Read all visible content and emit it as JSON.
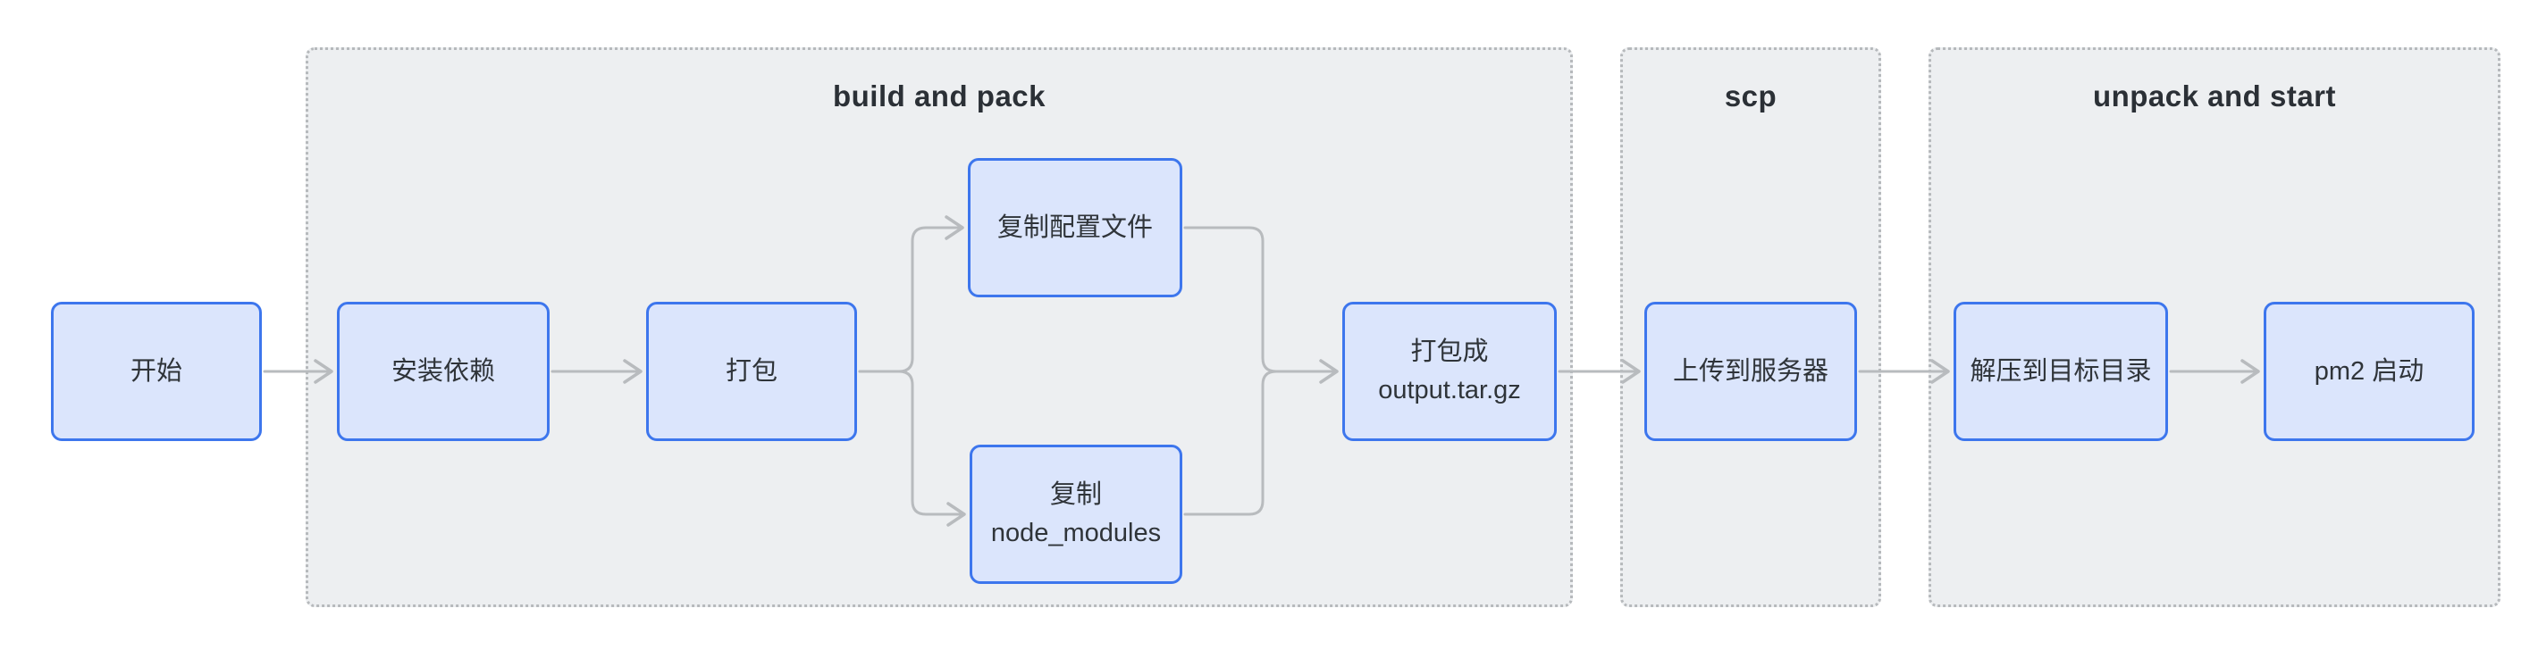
{
  "diagram": {
    "type": "flowchart-left-to-right",
    "subgraphs": [
      {
        "id": "build_and_pack",
        "title": "build and pack"
      },
      {
        "id": "scp",
        "title": "scp"
      },
      {
        "id": "unpack_and_start",
        "title": "unpack and start"
      }
    ],
    "nodes": [
      {
        "id": "start",
        "lines": [
          "开始"
        ],
        "subgraph": null
      },
      {
        "id": "install_deps",
        "lines": [
          "安装依赖"
        ],
        "subgraph": "build_and_pack"
      },
      {
        "id": "pack",
        "lines": [
          "打包"
        ],
        "subgraph": "build_and_pack"
      },
      {
        "id": "copy_config",
        "lines": [
          "复制配置文件"
        ],
        "subgraph": "build_and_pack"
      },
      {
        "id": "copy_node_modules",
        "lines": [
          "复制",
          "node_modules"
        ],
        "subgraph": "build_and_pack"
      },
      {
        "id": "pack_output",
        "lines": [
          "打包成",
          "output.tar.gz"
        ],
        "subgraph": "build_and_pack"
      },
      {
        "id": "upload_to_server",
        "lines": [
          "上传到服务器"
        ],
        "subgraph": "scp"
      },
      {
        "id": "unzip_to_target",
        "lines": [
          "解压到目标目录"
        ],
        "subgraph": "unpack_and_start"
      },
      {
        "id": "pm2_start",
        "lines": [
          "pm2 启动"
        ],
        "subgraph": "unpack_and_start"
      }
    ],
    "edges": [
      {
        "from": "start",
        "to": "install_deps"
      },
      {
        "from": "install_deps",
        "to": "pack"
      },
      {
        "from": "pack",
        "to": "copy_config"
      },
      {
        "from": "pack",
        "to": "copy_node_modules"
      },
      {
        "from": "copy_config",
        "to": "pack_output"
      },
      {
        "from": "copy_node_modules",
        "to": "pack_output"
      },
      {
        "from": "pack_output",
        "to": "upload_to_server"
      },
      {
        "from": "upload_to_server",
        "to": "unzip_to_target"
      },
      {
        "from": "unzip_to_target",
        "to": "pm2_start"
      }
    ]
  },
  "colors": {
    "background": "#ffffff",
    "node_fill": "#dbe5fc",
    "node_border": "#3d76ed",
    "node_text": "#2f3439",
    "subgraph_fill": "#edeff1",
    "subgraph_border": "#b6b9bc",
    "subgraph_title": "#2b3036",
    "edge": "#b8bbbe"
  }
}
